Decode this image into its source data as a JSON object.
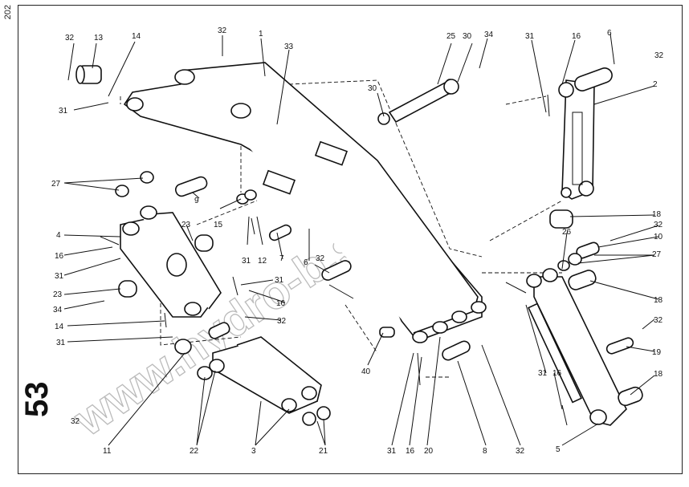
{
  "page_number": "202",
  "sheet_number": "53",
  "watermark": "www.hydro-b.sk",
  "callouts": {
    "c1": "1",
    "c2": "2",
    "c3": "3",
    "c4": "4",
    "c5": "5",
    "c6a": "6",
    "c6b": "6",
    "c7": "7",
    "c8": "8",
    "c9": "9",
    "c10": "10",
    "c11": "11",
    "c12": "12",
    "c13": "13",
    "c14a": "14",
    "c14b": "14",
    "c15": "15",
    "c16a": "16",
    "c16b": "16",
    "c16c": "16",
    "c16d": "16",
    "c16e": "16",
    "c18a": "18",
    "c18b": "18",
    "c18c": "18",
    "c19": "19",
    "c20": "20",
    "c21": "21",
    "c22": "22",
    "c23a": "23",
    "c23b": "23",
    "c25": "25",
    "c26": "26",
    "c27a": "27",
    "c27b": "27",
    "c30a": "30",
    "c30b": "30",
    "c31a": "31",
    "c31b": "31",
    "c31c": "31",
    "c31d": "31",
    "c31e": "31",
    "c31f": "31",
    "c31g": "31",
    "c32a": "32",
    "c32b": "32",
    "c32c": "32",
    "c32d": "32",
    "c32e": "32",
    "c32f": "32",
    "c32g": "32",
    "c32h": "32",
    "c32i": "32",
    "c33": "33",
    "c34a": "34",
    "c34b": "34",
    "c40": "40"
  }
}
